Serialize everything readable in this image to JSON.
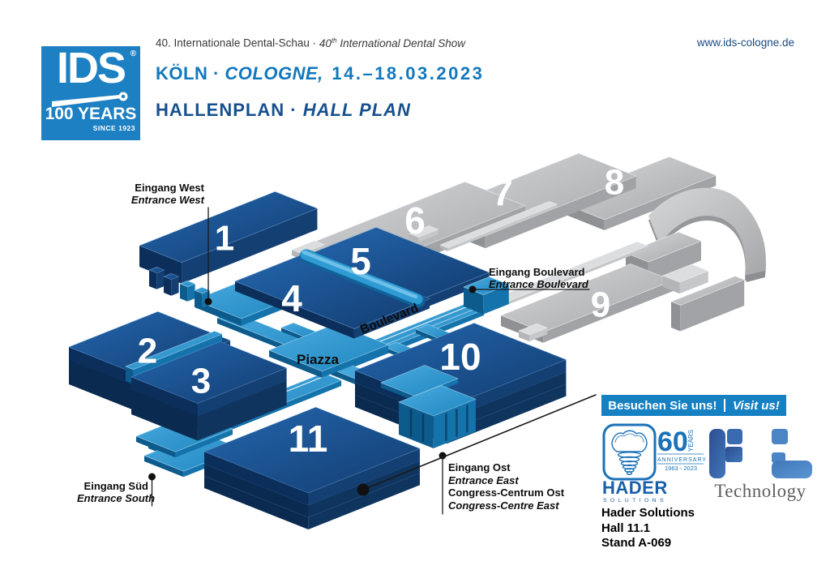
{
  "header": {
    "subtitle_de": "40. Internationale Dental-Schau",
    "separator": "·",
    "subtitle_en_num": "40",
    "subtitle_en_sup": "th",
    "subtitle_en_rest": " International Dental Show",
    "website": "www.ids-cologne.de",
    "city_de": "KÖLN",
    "city_en": "COLOGNE,",
    "date": "14.–18.03.2023",
    "plan_de": "HALLENPLAN",
    "plan_en": "HALL PLAN"
  },
  "logo": {
    "name": "IDS",
    "registered": "®",
    "years": "100 YEARS",
    "since": "SINCE 1923"
  },
  "map": {
    "halls": [
      {
        "id": "1",
        "label": "1"
      },
      {
        "id": "2",
        "label": "2"
      },
      {
        "id": "3",
        "label": "3"
      },
      {
        "id": "4",
        "label": "4"
      },
      {
        "id": "5",
        "label": "5"
      },
      {
        "id": "6",
        "label": "6"
      },
      {
        "id": "7",
        "label": "7"
      },
      {
        "id": "8",
        "label": "8"
      },
      {
        "id": "9",
        "label": "9"
      },
      {
        "id": "10",
        "label": "10"
      },
      {
        "id": "11",
        "label": "11"
      }
    ],
    "piazza": "Piazza",
    "boulevard": "Boulevard",
    "entrance_west": {
      "de": "Eingang West",
      "en": "Entrance West"
    },
    "entrance_boulevard": {
      "de": "Eingang Boulevard",
      "en": "Entrance Boulevard"
    },
    "entrance_south": {
      "de": "Eingang Süd",
      "en": "Entrance South"
    },
    "entrance_east": {
      "de": "Eingang Ost",
      "en": "Entrance East",
      "de2": "Congress-Centrum Ost",
      "en2": "Congress-Centre East"
    }
  },
  "promo": {
    "banner_de": "Besuchen Sie uns!",
    "banner_en": "Visit us!",
    "hader": {
      "name": "HADER",
      "solutions": "SOLUTIONS",
      "anniversary_number": "60",
      "anniversary_years": "YEARS",
      "anniversary_label": "ANNIVERSARY",
      "anniversary_dates": "1963 - 2023"
    },
    "partner": "Technology",
    "booth_line1": "Hader Solutions",
    "booth_line2": "Hall 11.1",
    "booth_line3": "Stand A-069"
  },
  "colors": {
    "hall_blue": "#17518f",
    "hall_gray": "#b9babc",
    "route_blue": "#2f9bd4",
    "banner_blue": "#1580c2",
    "header_blue": "#1278bd",
    "header_navy": "#17508d"
  }
}
